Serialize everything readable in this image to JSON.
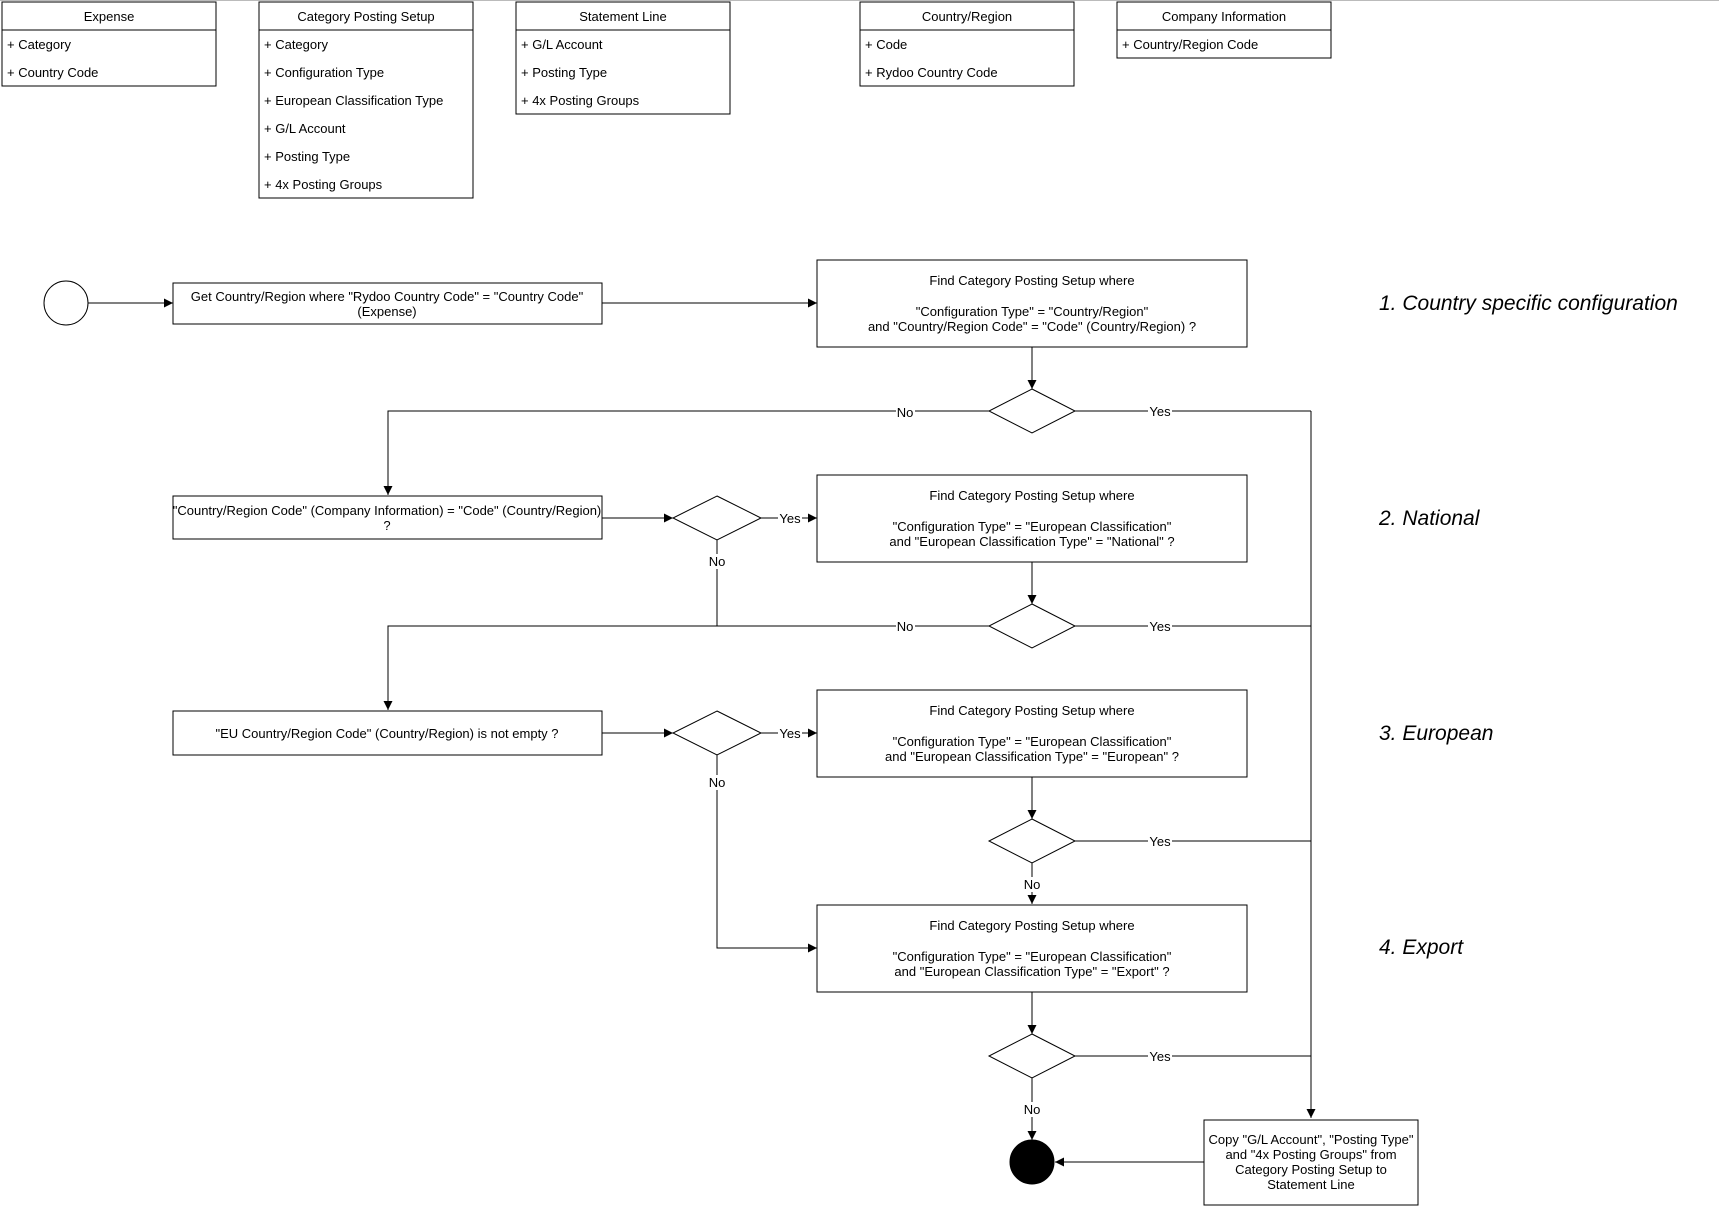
{
  "tables": {
    "expense": {
      "title": "Expense",
      "fields": [
        "+ Category",
        "+ Country Code"
      ]
    },
    "category_posting_setup": {
      "title": "Category Posting Setup",
      "fields": [
        "+ Category",
        "+ Configuration Type",
        "+ European Classification Type",
        "+ G/L Account",
        "+ Posting Type",
        "+ 4x Posting Groups"
      ]
    },
    "statement_line": {
      "title": "Statement Line",
      "fields": [
        "+ G/L Account",
        "+ Posting Type",
        "+ 4x Posting Groups"
      ]
    },
    "country_region": {
      "title": "Country/Region",
      "fields": [
        "+ Code",
        "+ Rydoo Country Code"
      ]
    },
    "company_information": {
      "title": "Company Information",
      "fields": [
        "+ Country/Region Code"
      ]
    }
  },
  "nodes": {
    "get_country": [
      "Get Country/Region where \"Rydoo Country Code\" = \"Country Code\"",
      "(Expense)"
    ],
    "find_country": [
      "Find Category Posting Setup where",
      "",
      "\"Configuration Type\" = \"Country/Region\"",
      "and \"Country/Region Code\" = \"Code\" (Country/Region) ?"
    ],
    "company_check": [
      "\"Country/Region Code\" (Company Information) = \"Code\" (Country/Region)",
      "?"
    ],
    "find_national": [
      "Find Category Posting Setup where",
      "",
      "\"Configuration Type\" = \"European Classification\"",
      "and \"European Classification Type\" = \"National\" ?"
    ],
    "eu_check": [
      "\"EU Country/Region Code\" (Country/Region) is not empty ?"
    ],
    "find_european": [
      "Find Category Posting Setup where",
      "",
      "\"Configuration Type\" = \"European Classification\"",
      "and \"European Classification Type\" = \"European\" ?"
    ],
    "find_export": [
      "Find Category Posting Setup where",
      "",
      "\"Configuration Type\" = \"European Classification\"",
      "and \"European Classification Type\" = \"Export\" ?"
    ],
    "copy": [
      "Copy \"G/L Account\", \"Posting Type\"",
      "and \"4x Posting Groups\" from",
      "Category Posting Setup to",
      "Statement Line"
    ]
  },
  "edge_labels": {
    "yes": "Yes",
    "no": "No"
  },
  "sections": {
    "s1": "1. Country specific configuration",
    "s2": "2. National",
    "s3": "3. European",
    "s4": "4. Export"
  }
}
